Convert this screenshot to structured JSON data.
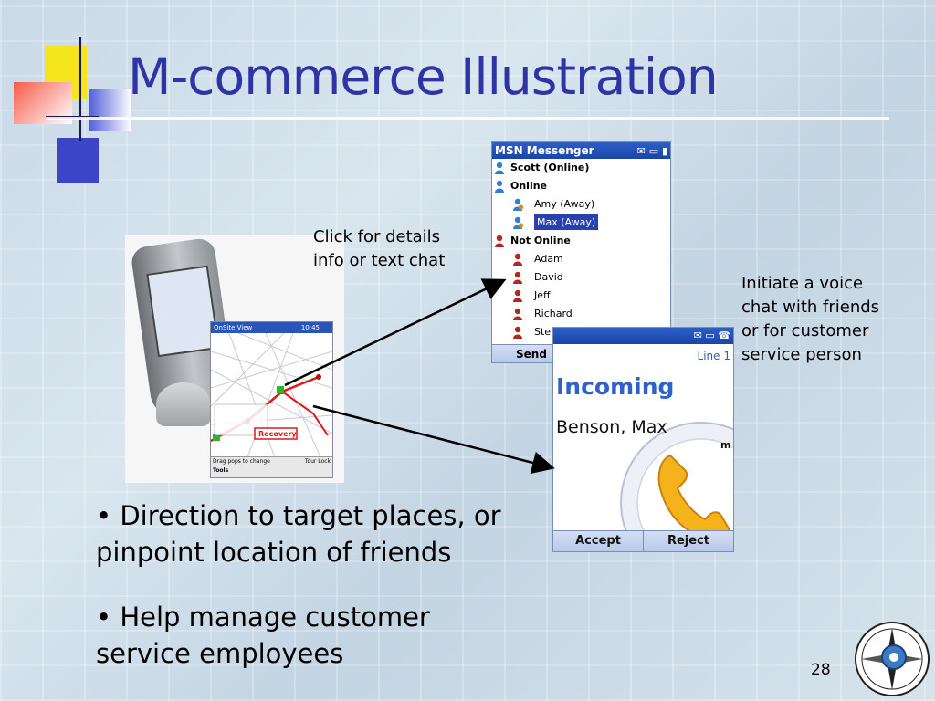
{
  "slide": {
    "title": "M-commerce Illustration",
    "page_number": "28"
  },
  "callouts": {
    "details": [
      "Click for details",
      "info or text chat"
    ],
    "voice": [
      "Initiate a voice",
      "chat with friends",
      "or for customer",
      "service person"
    ]
  },
  "bullets": [
    [
      "• Direction to target places, or",
      "pinpoint location of friends"
    ],
    [
      "• Help manage customer",
      "service employees"
    ]
  ],
  "map_screen": {
    "title": "OnSite View",
    "clock": "10:45",
    "route_label": "Recovery",
    "footer_left": "Drag pops to change",
    "footer_right": "Tour  Lock",
    "toolbar": "Tools"
  },
  "msn": {
    "title": "MSN Messenger",
    "items": [
      {
        "label": "Scott (Online)",
        "bold": true,
        "indent": false,
        "status": "online"
      },
      {
        "label": "Online",
        "bold": true,
        "indent": false,
        "status": "online"
      },
      {
        "label": "Amy (Away)",
        "bold": false,
        "indent": true,
        "status": "away"
      },
      {
        "label": "Max (Away)",
        "bold": false,
        "indent": true,
        "status": "away",
        "selected": true
      },
      {
        "label": "Not Online",
        "bold": true,
        "indent": false,
        "status": "offline"
      },
      {
        "label": "Adam",
        "bold": false,
        "indent": true,
        "status": "offline"
      },
      {
        "label": "David",
        "bold": false,
        "indent": true,
        "status": "offline"
      },
      {
        "label": "Jeff",
        "bold": false,
        "indent": true,
        "status": "offline"
      },
      {
        "label": "Richard",
        "bold": false,
        "indent": true,
        "status": "offline"
      },
      {
        "label": "Steve",
        "bold": false,
        "indent": true,
        "status": "offline"
      }
    ],
    "send_label": "Send"
  },
  "incoming_call": {
    "line": "Line 1",
    "status": "Incoming",
    "caller": "Benson, Max",
    "suffix": "m",
    "accept_label": "Accept",
    "reject_label": "Reject"
  },
  "colors": {
    "title": "#2e34a3",
    "online": "#2f7fd6",
    "offline": "#b4271e",
    "away_badge": "#e08a1e",
    "incoming": "#2e62c9"
  }
}
